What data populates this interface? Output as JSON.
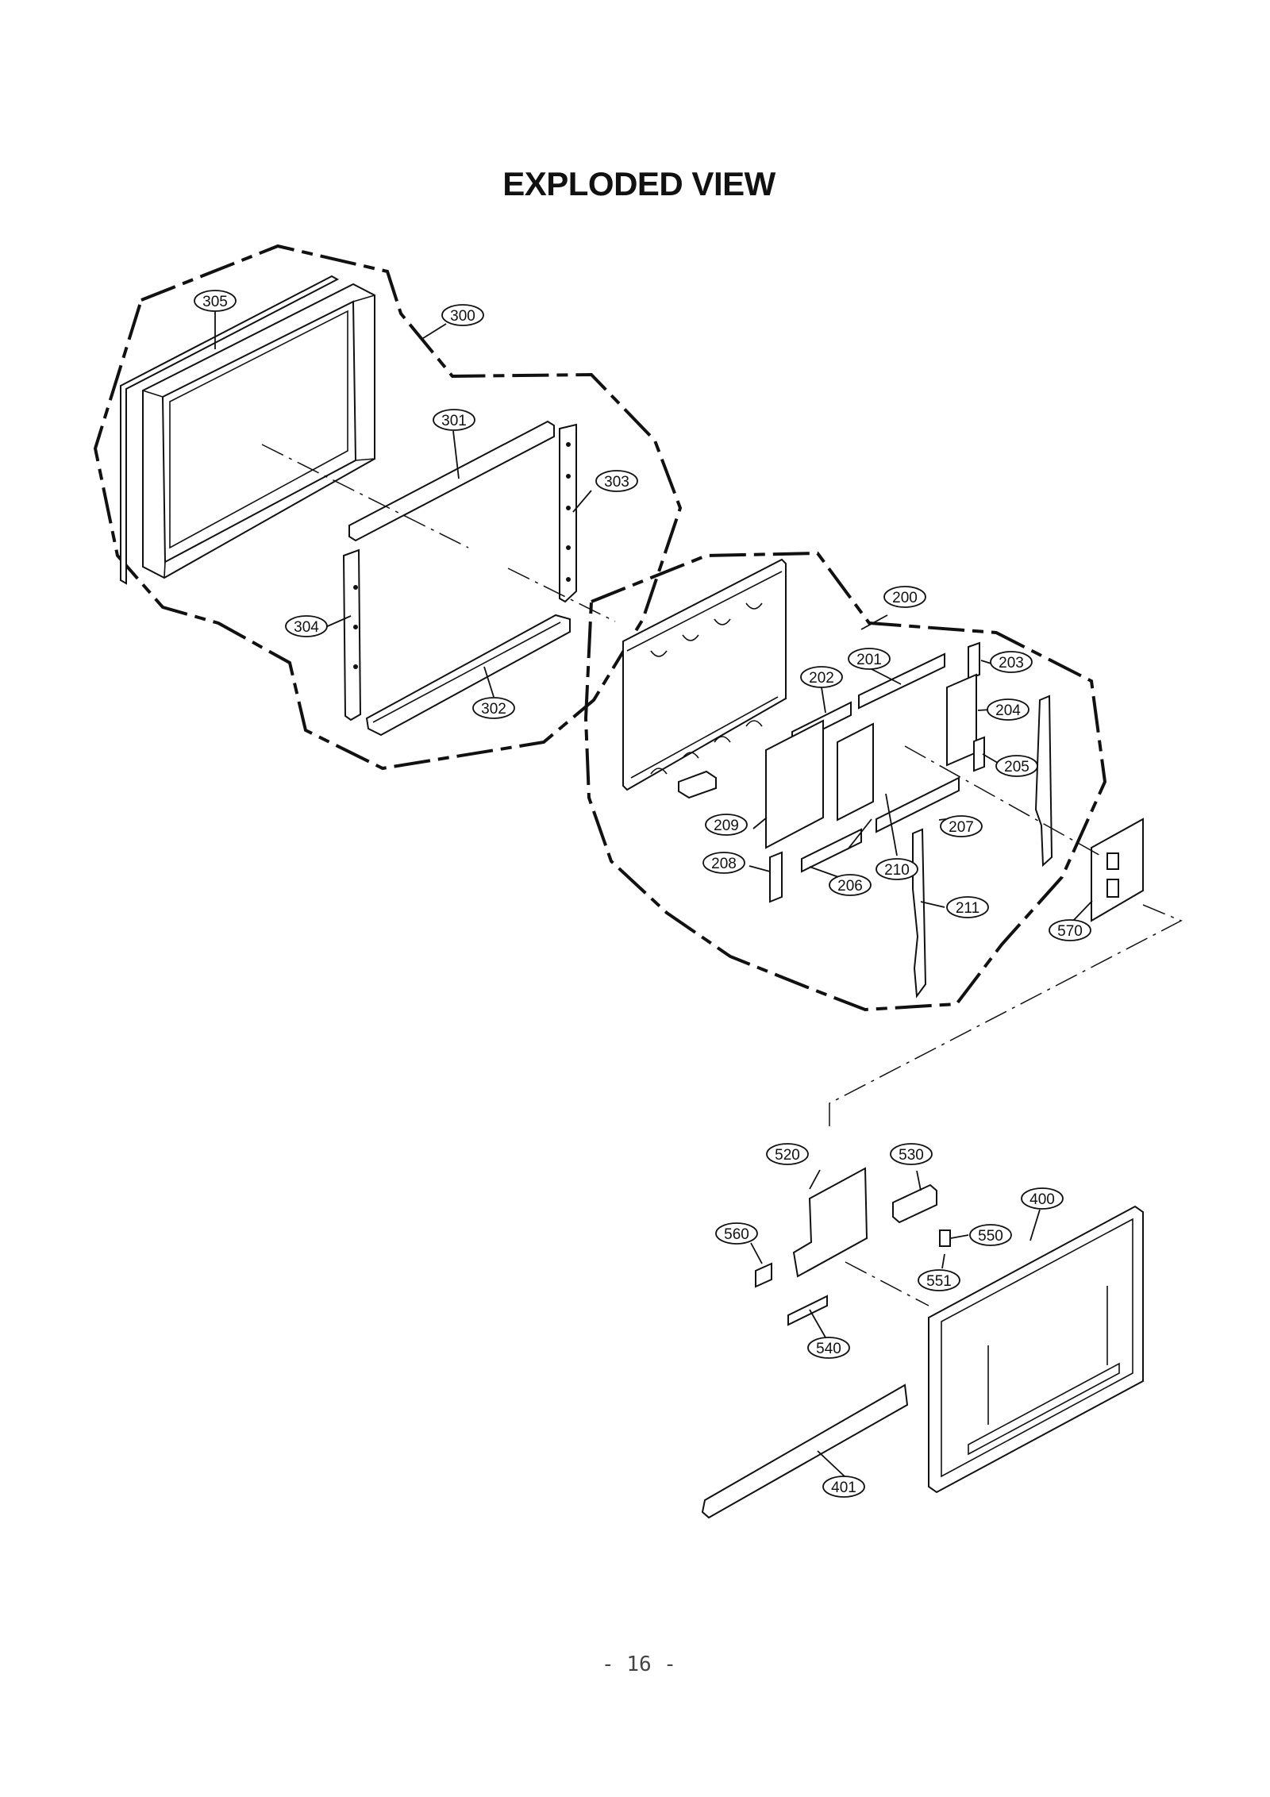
{
  "title": "EXPLODED VIEW",
  "page_number": "- 16 -",
  "callouts": {
    "c305": "305",
    "c300": "300",
    "c301": "301",
    "c303": "303",
    "c304": "304",
    "c302": "302",
    "c200": "200",
    "c201": "201",
    "c202": "202",
    "c203": "203",
    "c204": "204",
    "c205": "205",
    "c206": "206",
    "c207": "207",
    "c208": "208",
    "c209": "209",
    "c210": "210",
    "c211": "211",
    "c570": "570",
    "c520": "520",
    "c530": "530",
    "c400": "400",
    "c560": "560",
    "c550": "550",
    "c551": "551",
    "c540": "540",
    "c401": "401"
  }
}
